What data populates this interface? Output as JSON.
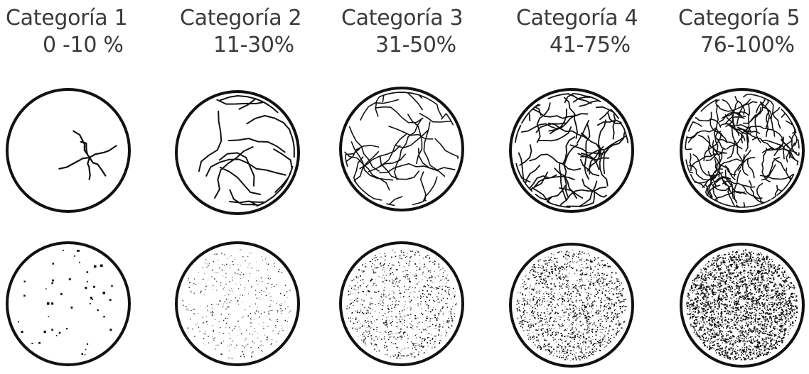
{
  "categories": [
    {
      "label": "Categoría 1",
      "range": "0 -10 %",
      "density": 1
    },
    {
      "label": "Categoría 2",
      "range": "11-30%",
      "density": 2
    },
    {
      "label": "Categoría 3",
      "range": "31-50%",
      "density": 3
    },
    {
      "label": "Categoría 4",
      "range": "41-75%",
      "density": 4
    },
    {
      "label": "Categoría 5",
      "range": "76-100%",
      "density": 5
    }
  ],
  "colors": {
    "ink": "#111111",
    "text": "#3a3a3a",
    "background": "#ffffff"
  }
}
